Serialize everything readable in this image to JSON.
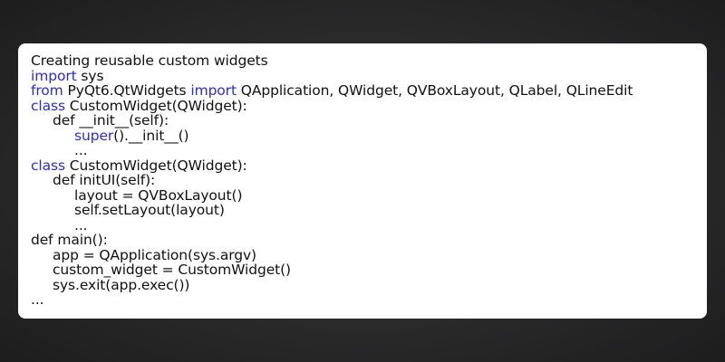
{
  "colors": {
    "background": "#2a2a2b",
    "card": "#ffffff",
    "text": "#111111",
    "keyword": "#2b2bd6"
  },
  "code": {
    "title": "Creating reusable custom widgets",
    "lines": [
      {
        "kw": "import",
        "rest": " sys",
        "indent": 0
      },
      {
        "kw": "from",
        "mid": " PyQt6.QtWidgets ",
        "kw2": "import",
        "rest": " QApplication, QWidget, QVBoxLayout, QLabel, QLineEdit",
        "indent": 0
      },
      {
        "kw": "class",
        "rest": " CustomWidget(QWidget):",
        "indent": 0
      },
      {
        "text": "def __init__(self):",
        "indent": 1
      },
      {
        "kw": "super",
        "rest": "().__init__()",
        "indent": 2
      },
      {
        "text": "...",
        "indent": 2
      },
      {
        "kw": "class",
        "rest": " CustomWidget(QWidget):",
        "indent": 0
      },
      {
        "text": "def initUI(self):",
        "indent": 1
      },
      {
        "text": "layout = QVBoxLayout()",
        "indent": 2
      },
      {
        "text": "self.setLayout(layout)",
        "indent": 2
      },
      {
        "text": "...",
        "indent": 2
      },
      {
        "text": "def main():",
        "indent": 0
      },
      {
        "text": "app = QApplication(sys.argv)",
        "indent": 1
      },
      {
        "text": "custom_widget = CustomWidget()",
        "indent": 1
      },
      {
        "text": "sys.exit(app.exec())",
        "indent": 1
      },
      {
        "text": "...",
        "indent": 0
      }
    ]
  }
}
